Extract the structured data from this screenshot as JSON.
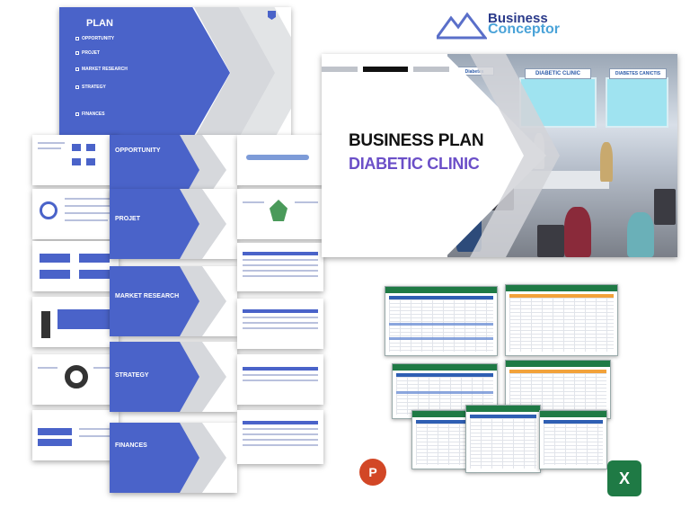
{
  "plan_slide": {
    "title": "PLAN",
    "sections": [
      "OPPORTUNITY",
      "PROJET",
      "MARKET RESEARCH",
      "STRATEGY",
      "FINANCES"
    ]
  },
  "stack_sections": [
    "OPPORTUNITY",
    "PROJET",
    "MARKET RESEARCH",
    "STRATEGY",
    "FINANCES"
  ],
  "cover": {
    "title_line1": "BUSINESS PLAN",
    "title_line2": "DIABETIC CLINIC",
    "sign1": "DIABETIC CLINIC",
    "sign2": "DIABETES CANICTIS",
    "sign3": "Diabetes"
  },
  "logo": {
    "line1": "Business",
    "line2": "Conceptor"
  },
  "apps": {
    "powerpoint": "P",
    "excel": "X"
  },
  "colors": {
    "accent_blue": "#4a63c9",
    "accent_purple": "#6b4fc8",
    "excel_green": "#1f7a45",
    "ppt_orange": "#d24726"
  }
}
